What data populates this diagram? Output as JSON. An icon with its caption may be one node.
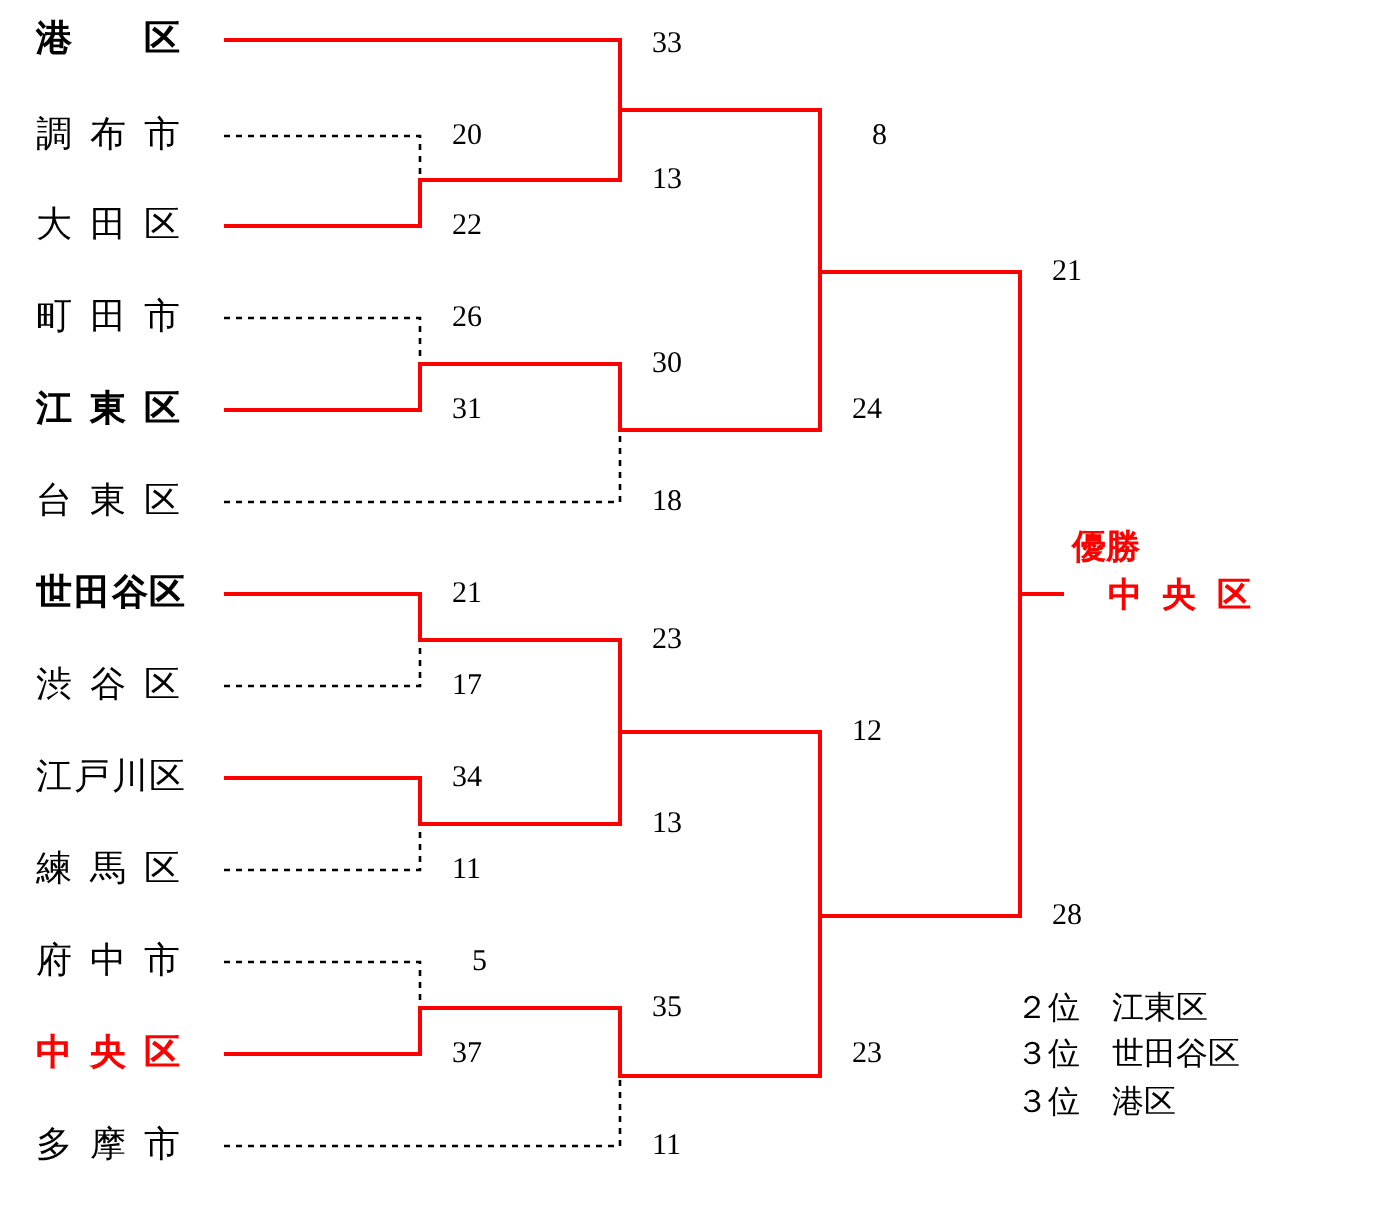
{
  "diagram": {
    "nodes": [
      {
        "text": [
          "港　区"
        ]
      },
      {
        "text": [
          "調布市"
        ]
      },
      {
        "text": [
          "大田区"
        ]
      },
      {
        "text": [
          "町田市"
        ]
      },
      {
        "text": [
          "江東区"
        ]
      },
      {
        "text": [
          "台東区"
        ]
      },
      {
        "text": [
          "世田谷区"
        ]
      },
      {
        "text": [
          "渋谷区"
        ]
      },
      {
        "text": [
          "江戸川区"
        ]
      },
      {
        "text": [
          "練馬区"
        ]
      },
      {
        "text": [
          "府中市"
        ]
      },
      {
        "text": [
          "中央区"
        ]
      },
      {
        "text": [
          "多摩市"
        ]
      },
      {
        "text": [
          "優勝",
          "中央区"
        ]
      }
    ],
    "edges": [
      {
        "from": 0,
        "to": 13,
        "arrow": "none",
        "color": "#ff0000"
      },
      {
        "from": 1,
        "to": 13,
        "arrow": "none",
        "style": "dashed"
      },
      {
        "from": 2,
        "to": 13,
        "arrow": "none",
        "color": "#ff0000"
      },
      {
        "from": 3,
        "to": 13,
        "arrow": "none",
        "style": "dashed"
      },
      {
        "from": 4,
        "to": 13,
        "arrow": "none",
        "color": "#ff0000"
      },
      {
        "from": 5,
        "to": 13,
        "arrow": "none",
        "style": "dashed"
      },
      {
        "from": 6,
        "to": 13,
        "arrow": "none",
        "color": "#ff0000"
      },
      {
        "from": 7,
        "to": 13,
        "arrow": "none",
        "style": "dashed"
      },
      {
        "from": 8,
        "to": 13,
        "arrow": "none",
        "color": "#ff0000"
      },
      {
        "from": 9,
        "to": 13,
        "arrow": "none",
        "style": "dashed"
      },
      {
        "from": 10,
        "to": 13,
        "arrow": "none",
        "style": "dashed"
      },
      {
        "from": 11,
        "to": 13,
        "arrow": "none",
        "color": "#ff0000"
      },
      {
        "from": 12,
        "to": 13,
        "arrow": "none",
        "style": "dashed"
      }
    ],
    "labels": [
      "33",
      "20",
      "8",
      "13",
      "22",
      "26",
      "21",
      "30",
      "31",
      "24",
      "18",
      "21",
      "23",
      "17",
      "12",
      "34",
      "13",
      "11",
      "28",
      "5",
      "35",
      "37",
      "23",
      "11",
      "２位　江東区",
      "３位　世田谷区",
      "３位　港区"
    ]
  }
}
